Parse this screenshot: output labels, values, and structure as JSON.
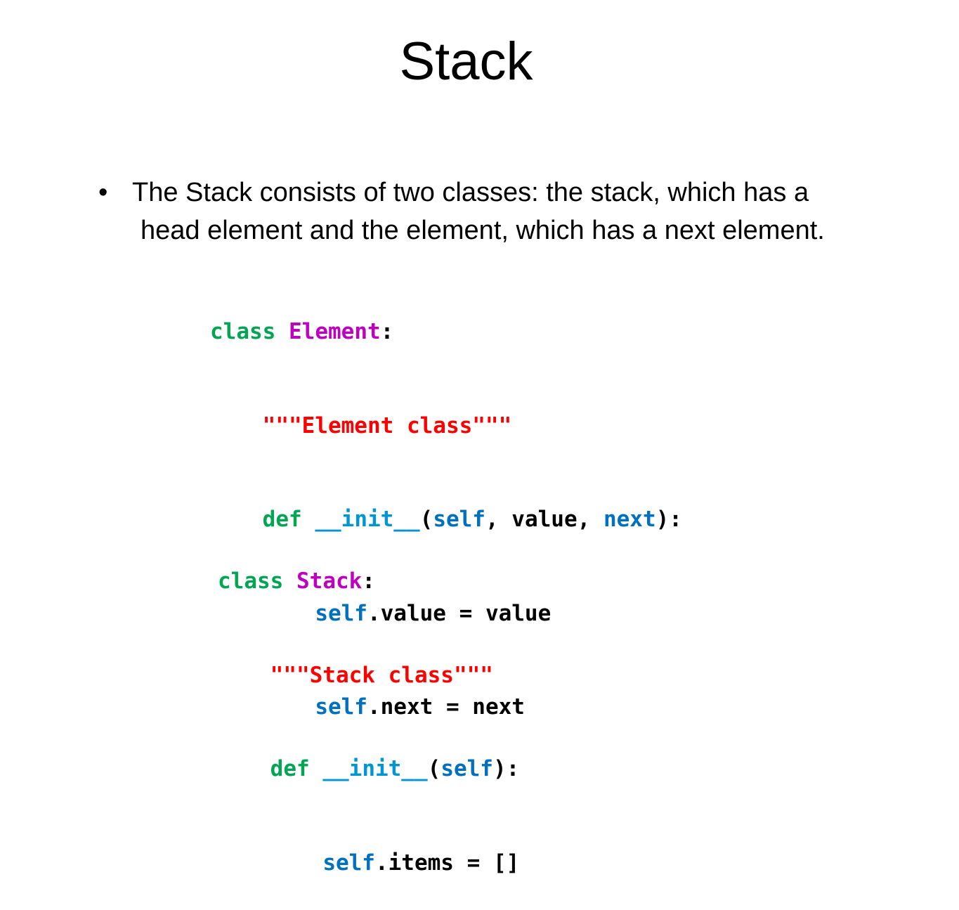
{
  "slide": {
    "title": "Stack",
    "bullet": {
      "marker": "•",
      "line1": "The Stack consists of two classes: the stack, which has a",
      "line2": "head element and the element, which has a next element."
    }
  },
  "code_element": {
    "l1": {
      "indent": "",
      "kw": "class",
      "sp": " ",
      "name": "Element",
      "colon": ":"
    },
    "l2": {
      "indent": "    ",
      "str": "\"\"\"Element class\"\"\""
    },
    "l3": {
      "indent": "    ",
      "kw": "def",
      "sp": " ",
      "fn": "__init__",
      "open": "(",
      "self": "self",
      "rest": ", value, ",
      "next": "next",
      "close": "):"
    },
    "l4": {
      "indent": "        ",
      "self": "self",
      "rest": ".value = value"
    },
    "l5": {
      "indent": "        ",
      "self": "self",
      "rest": ".next = next"
    }
  },
  "code_stack": {
    "l1": {
      "indent": "",
      "kw": "class",
      "sp": " ",
      "name": "Stack",
      "colon": ":"
    },
    "l2": {
      "indent": "    ",
      "str": "\"\"\"Stack class\"\"\""
    },
    "l3": {
      "indent": "    ",
      "kw": "def",
      "sp": " ",
      "fn": "__init__",
      "open": "(",
      "self": "self",
      "close": "):"
    },
    "l4": {
      "indent": "        ",
      "self": "self",
      "rest": ".items = []"
    }
  },
  "colors": {
    "keyword": "#00a651",
    "class_name": "#c000c0",
    "string": "#ff0000",
    "function": "#0096d6",
    "self": "#0070c0",
    "default": "#000000"
  }
}
